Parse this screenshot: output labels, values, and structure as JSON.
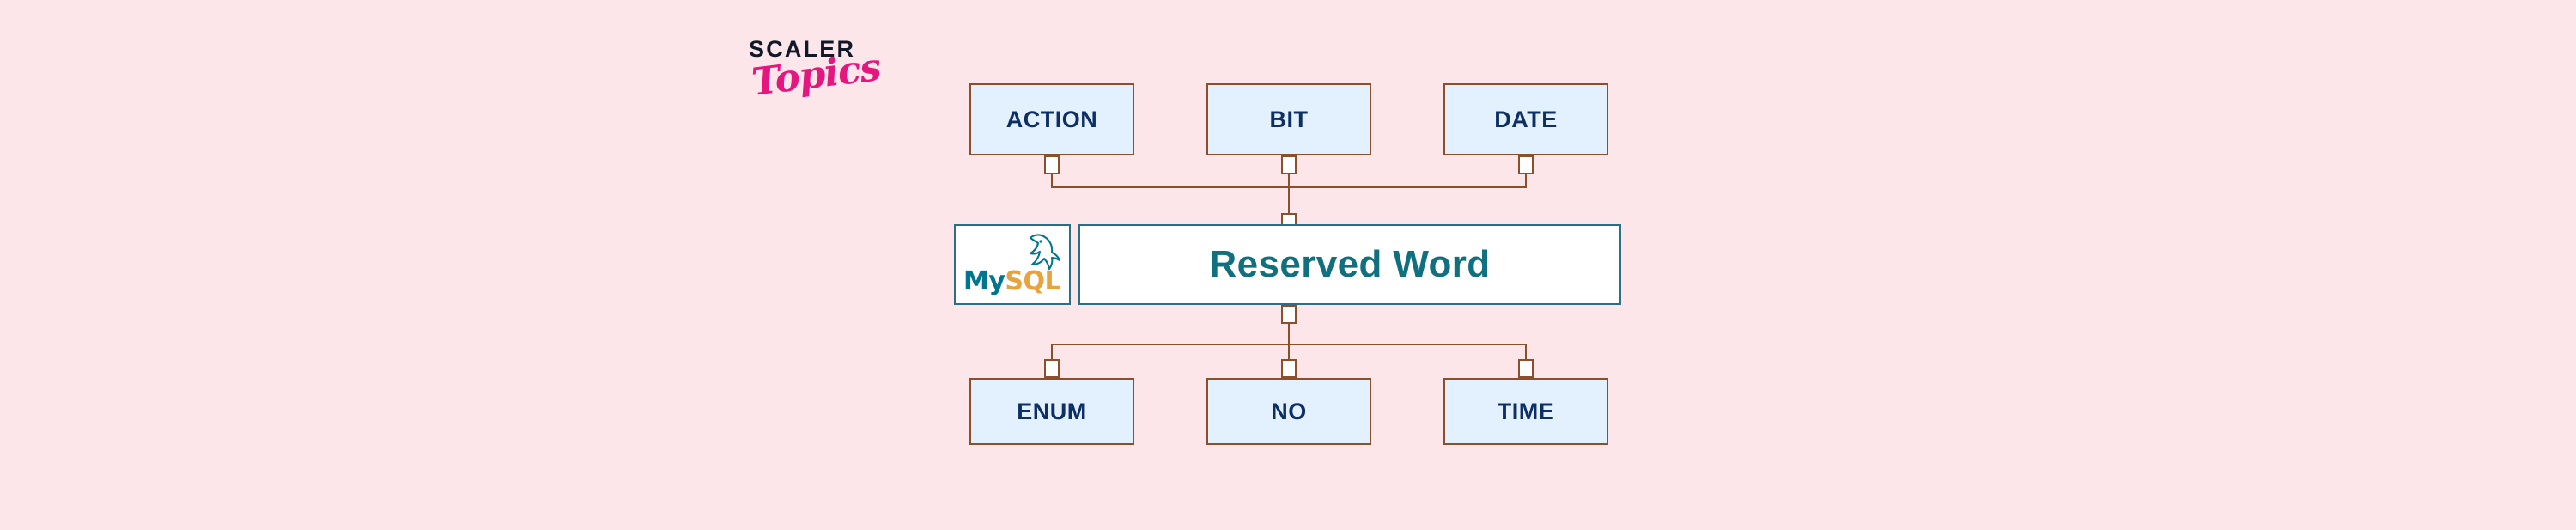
{
  "brand": {
    "name_top": "SCALER",
    "name_bottom": "Topics"
  },
  "diagram": {
    "title": "Reserved Word",
    "logo_alt": "MySQL",
    "mysql_wordmark": {
      "part_teal": "My",
      "part_orange": "SQL"
    },
    "top_nodes": [
      {
        "label": "ACTION"
      },
      {
        "label": "BIT"
      },
      {
        "label": "DATE"
      }
    ],
    "bottom_nodes": [
      {
        "label": "ENUM"
      },
      {
        "label": "NO"
      },
      {
        "label": "TIME"
      }
    ]
  },
  "colors": {
    "background": "#fde6e9",
    "node_fill": "#e3f0fd",
    "node_border": "#8c4f2c",
    "node_text": "#0d2f66",
    "center_border": "#2a6f86",
    "center_text": "#10707f",
    "mysql_teal": "#00758f",
    "mysql_orange": "#e8a33d",
    "brand_dark": "#111827",
    "brand_pink": "#e3177f"
  }
}
